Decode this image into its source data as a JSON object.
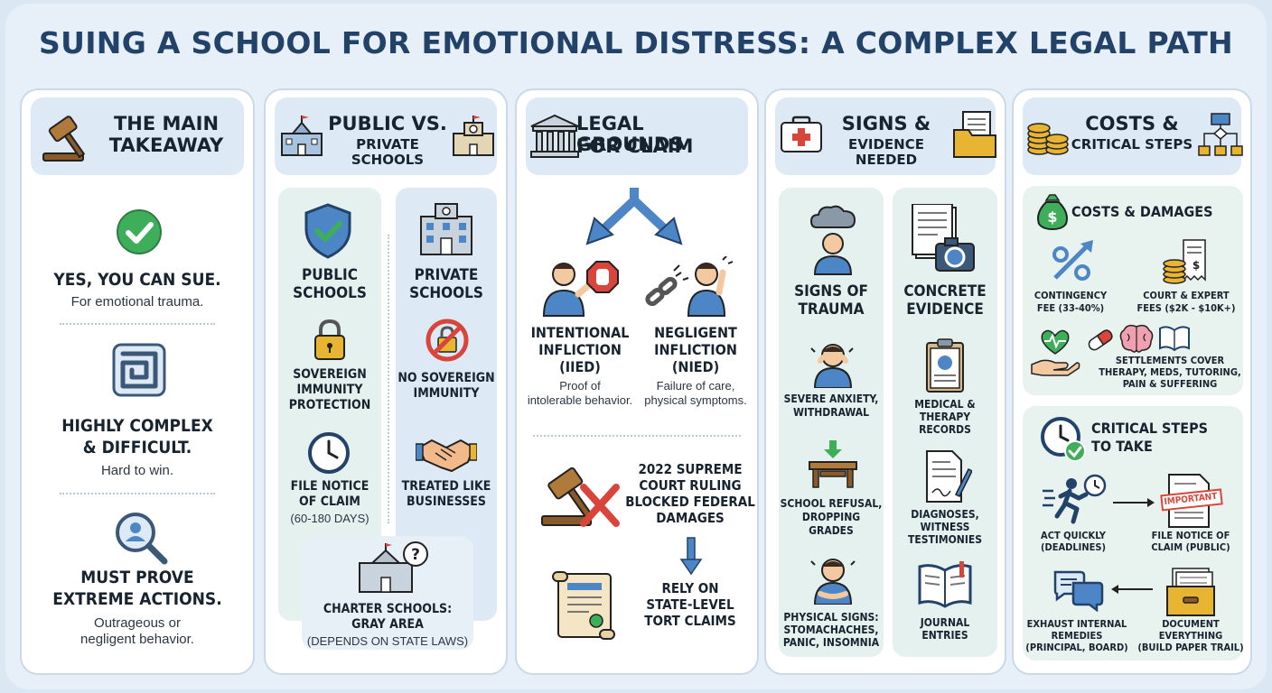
{
  "title": "SUING A SCHOOL FOR EMOTIONAL DISTRESS: A COMPLEX LEGAL PATH",
  "colors": {
    "navy": "#22426a",
    "green": "#3fae5a",
    "red": "#d9443b",
    "gold": "#e7b532",
    "blue": "#4d86c6",
    "panel": "#dde9f5",
    "mint": "#e4f1ee"
  },
  "col1": {
    "header": [
      "THE MAIN",
      "TAKEAWAY"
    ],
    "p1_title": "YES, YOU CAN SUE.",
    "p1_sub": "For emotional trauma.",
    "p2_title": [
      "HIGHLY COMPLEX",
      "& DIFFICULT."
    ],
    "p2_sub": "Hard to win.",
    "p3_title": [
      "MUST PROVE",
      "EXTREME ACTIONS."
    ],
    "p3_sub": [
      "Outrageous or",
      "negligent behavior."
    ]
  },
  "col2": {
    "header": [
      "PUBLIC VS.",
      "PRIVATE SCHOOLS"
    ],
    "public_title": [
      "PUBLIC",
      "SCHOOLS"
    ],
    "public_immunity": [
      "SOVEREIGN",
      "IMMUNITY",
      "PROTECTION"
    ],
    "public_notice": [
      "FILE NOTICE",
      "OF CLAIM"
    ],
    "public_notice_sub": "(60-180 DAYS)",
    "private_title": [
      "PRIVATE",
      "SCHOOLS"
    ],
    "private_immunity": [
      "NO SOVEREIGN",
      "IMMUNITY"
    ],
    "private_business": [
      "TREATED LIKE",
      "BUSINESSES"
    ],
    "charter_title": [
      "CHARTER SCHOOLS:",
      "GRAY AREA"
    ],
    "charter_sub": "(DEPENDS ON STATE LAWS)"
  },
  "col3": {
    "header": [
      "LEGAL GROUNDS",
      "FOR CLAIM"
    ],
    "iied_title": [
      "INTENTIONAL",
      "INFLICTION",
      "(IIED)"
    ],
    "iied_sub": [
      "Proof of",
      "intolerable behavior."
    ],
    "nied_title": [
      "NEGLIGENT",
      "INFLICTION",
      "(NIED)"
    ],
    "nied_sub": [
      "Failure of care,",
      "physical symptoms."
    ],
    "ruling": [
      "2022 SUPREME",
      "COURT RULING",
      "BLOCKED FEDERAL",
      "DAMAGES"
    ],
    "rely": [
      "RELY ON",
      "STATE-LEVEL",
      "TORT CLAIMS"
    ]
  },
  "col4": {
    "header": [
      "SIGNS &",
      "EVIDENCE NEEDED"
    ],
    "signs_title": [
      "SIGNS OF",
      "TRAUMA"
    ],
    "sign1": [
      "SEVERE ANXIETY,",
      "WITHDRAWAL"
    ],
    "sign2": [
      "SCHOOL REFUSAL,",
      "DROPPING",
      "GRADES"
    ],
    "sign3": [
      "PHYSICAL SIGNS:",
      "STOMACHACHES,",
      "PANIC, INSOMNIA"
    ],
    "evidence_title": [
      "CONCRETE",
      "EVIDENCE"
    ],
    "ev1": [
      "MEDICAL &",
      "THERAPY",
      "RECORDS"
    ],
    "ev2": [
      "DIAGNOSES,",
      "WITNESS",
      "TESTIMONIES"
    ],
    "ev3": [
      "JOURNAL",
      "ENTRIES"
    ]
  },
  "col5": {
    "header": [
      "COSTS &",
      "CRITICAL STEPS"
    ],
    "costs_title": "COSTS & DAMAGES",
    "contingency": [
      "CONTINGENCY",
      "FEE (33-40%)"
    ],
    "court": [
      "COURT & EXPERT",
      "FEES ($2K - $10K+)"
    ],
    "settlements": [
      "SETTLEMENTS COVER",
      "THERAPY, MEDS, TUTORING,",
      "PAIN & SUFFERING"
    ],
    "steps_title": [
      "CRITICAL STEPS",
      "TO TAKE"
    ],
    "act": [
      "ACT QUICKLY",
      "(DEADLINES)"
    ],
    "notice": [
      "FILE NOTICE OF",
      "CLAIM (PUBLIC)"
    ],
    "stamp": "IMPORTANT",
    "exhaust": [
      "EXHAUST INTERNAL",
      "REMEDIES",
      "(PRINCIPAL, BOARD)"
    ],
    "document": [
      "DOCUMENT",
      "EVERYTHING",
      "(BUILD PAPER TRAIL)"
    ]
  }
}
